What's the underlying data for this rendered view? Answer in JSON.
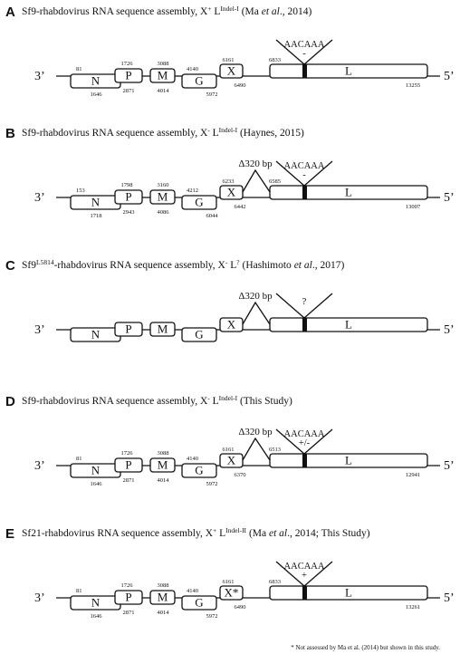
{
  "panels": [
    {
      "letter": "A",
      "title_pre": "Sf9-rhabdovirus RNA sequence assembly, X",
      "x_sup": "+",
      "title_mid": " L",
      "l_sup": "Indel-I",
      "title_post_1": " (Ma ",
      "title_italic": "et al",
      "title_post_2": "., 2014)",
      "end_left": "3’",
      "end_right": "5’",
      "genes": {
        "N": "N",
        "P": "P",
        "M": "M",
        "G": "G",
        "X": "X",
        "L": "L"
      },
      "numbers": {
        "N_start": "81",
        "N_end": "1646",
        "P_start": "1726",
        "P_end": "2871",
        "M_start": "3088",
        "M_end": "4014",
        "G_start": "4140",
        "G_end": "5972",
        "X_start": "6161",
        "X_end": "6490",
        "L_start": "6833",
        "L_end": "13255"
      },
      "insertion_label": "AACAAA",
      "insertion_sign": "-",
      "deletion_label": ""
    },
    {
      "letter": "B",
      "title_pre": "Sf9-rhabdovirus RNA sequence assembly, X",
      "x_sup": "-",
      "title_mid": " L",
      "l_sup": "Indel-I",
      "title_post_1": " (Haynes, 2015)",
      "title_italic": "",
      "title_post_2": "",
      "end_left": "3’",
      "end_right": "5’",
      "genes": {
        "N": "N",
        "P": "P",
        "M": "M",
        "G": "G",
        "X": "X",
        "L": "L"
      },
      "numbers": {
        "N_start": "153",
        "N_end": "1718",
        "P_start": "1798",
        "P_end": "2943",
        "M_start": "3160",
        "M_end": "4086",
        "G_start": "4212",
        "G_end": "6044",
        "X_start": "6233",
        "X_end": "6442",
        "L_start": "6585",
        "L_end": "13007"
      },
      "insertion_label": "AACAAA",
      "insertion_sign": "-",
      "deletion_label": "Δ320 bp"
    },
    {
      "letter": "C",
      "title_pre": "Sf9",
      "title_pre_sup": "L5814",
      "title_pre_2": "-rhabdovirus RNA sequence assembly, X",
      "x_sup": "-",
      "title_mid": " L",
      "l_sup": "?",
      "title_post_1": " (Hashimoto ",
      "title_italic": "et al",
      "title_post_2": "., 2017)",
      "end_left": "3’",
      "end_right": "5’",
      "genes": {
        "N": "N",
        "P": "P",
        "M": "M",
        "G": "G",
        "X": "X",
        "L": "L"
      },
      "numbers": {},
      "insertion_label": "?",
      "insertion_sign": "",
      "deletion_label": "Δ320 bp"
    },
    {
      "letter": "D",
      "title_pre": "Sf9-rhabdovirus RNA sequence assembly, X",
      "x_sup": "-",
      "title_mid": " L",
      "l_sup": "Indel-I",
      "title_post_1": " (This Study)",
      "title_italic": "",
      "title_post_2": "",
      "end_left": "3’",
      "end_right": "5’",
      "genes": {
        "N": "N",
        "P": "P",
        "M": "M",
        "G": "G",
        "X": "X",
        "L": "L"
      },
      "numbers": {
        "N_start": "81",
        "N_end": "1646",
        "P_start": "1726",
        "P_end": "2871",
        "M_start": "3088",
        "M_end": "4014",
        "G_start": "4140",
        "G_end": "5972",
        "X_start": "6161",
        "X_end": "6370",
        "L_start": "6513",
        "L_end": "12941"
      },
      "insertion_label": "AACAAA",
      "insertion_sign": "+/-",
      "deletion_label": "Δ320 bp"
    },
    {
      "letter": "E",
      "title_pre": "Sf21-rhabdovirus RNA sequence assembly, X",
      "x_sup": "+",
      "title_mid": " L",
      "l_sup": "Indel-II",
      "title_post_1": " (Ma ",
      "title_italic": "et al",
      "title_post_2": "., 2014; This Study)",
      "end_left": "3’",
      "end_right": "5’",
      "genes": {
        "N": "N",
        "P": "P",
        "M": "M",
        "G": "G",
        "X": "X*",
        "L": "L"
      },
      "numbers": {
        "N_start": "81",
        "N_end": "1646",
        "P_start": "1726",
        "P_end": "2871",
        "M_start": "3088",
        "M_end": "4014",
        "G_start": "4140",
        "G_end": "5972",
        "X_start": "6161",
        "X_end": "6490",
        "L_start": "6833",
        "L_end": "13261"
      },
      "insertion_label": "AACAAA",
      "insertion_sign": "+",
      "deletion_label": ""
    }
  ],
  "footnote": "* Not assessed by Ma et al. (2014) but shown in this study."
}
